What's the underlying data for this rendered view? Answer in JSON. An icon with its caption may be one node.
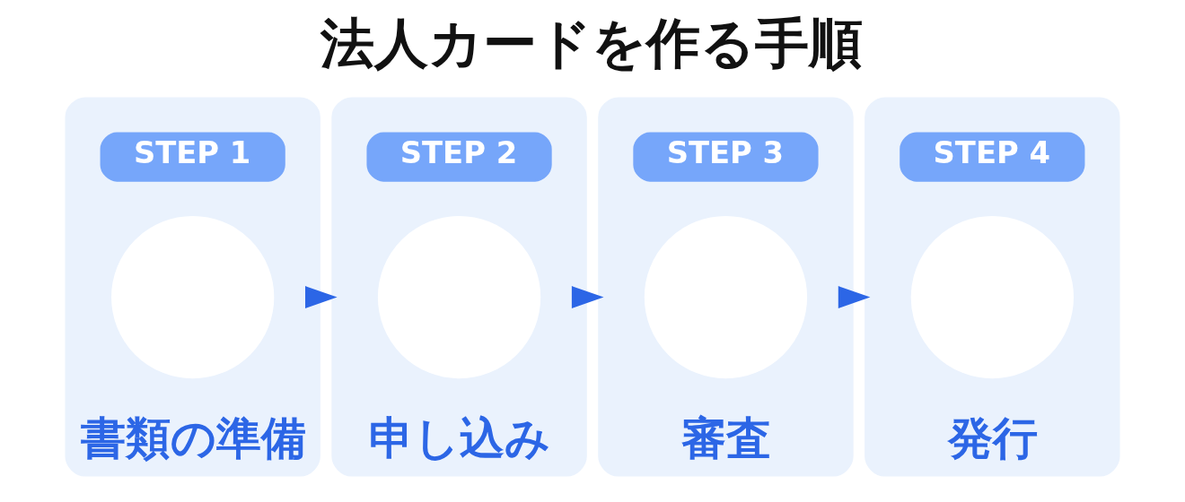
{
  "diagram": {
    "title": "法人カードを作る手順",
    "nodes": [
      {
        "text": [
          "書類の準備"
        ]
      },
      {
        "text": [
          "STEP 1"
        ],
        "in": 0
      },
      {
        "text": [],
        "shape": "circle",
        "in": 0
      },
      {
        "text": [
          "申し込み"
        ]
      },
      {
        "text": [
          "STEP 2"
        ],
        "in": 3
      },
      {
        "text": [],
        "shape": "circle",
        "in": 3
      },
      {
        "text": [
          "審査"
        ]
      },
      {
        "text": [
          "STEP 3"
        ],
        "in": 6
      },
      {
        "text": [],
        "shape": "circle",
        "in": 6
      },
      {
        "text": [
          "発行"
        ]
      },
      {
        "text": [
          "STEP 4"
        ],
        "in": 9
      },
      {
        "text": [],
        "shape": "circle",
        "in": 9
      }
    ],
    "edges": [
      {
        "from": 0,
        "to": 3,
        "arrow": "to"
      },
      {
        "from": 3,
        "to": 6,
        "arrow": "to"
      },
      {
        "from": 6,
        "to": 9,
        "arrow": "to"
      }
    ]
  }
}
